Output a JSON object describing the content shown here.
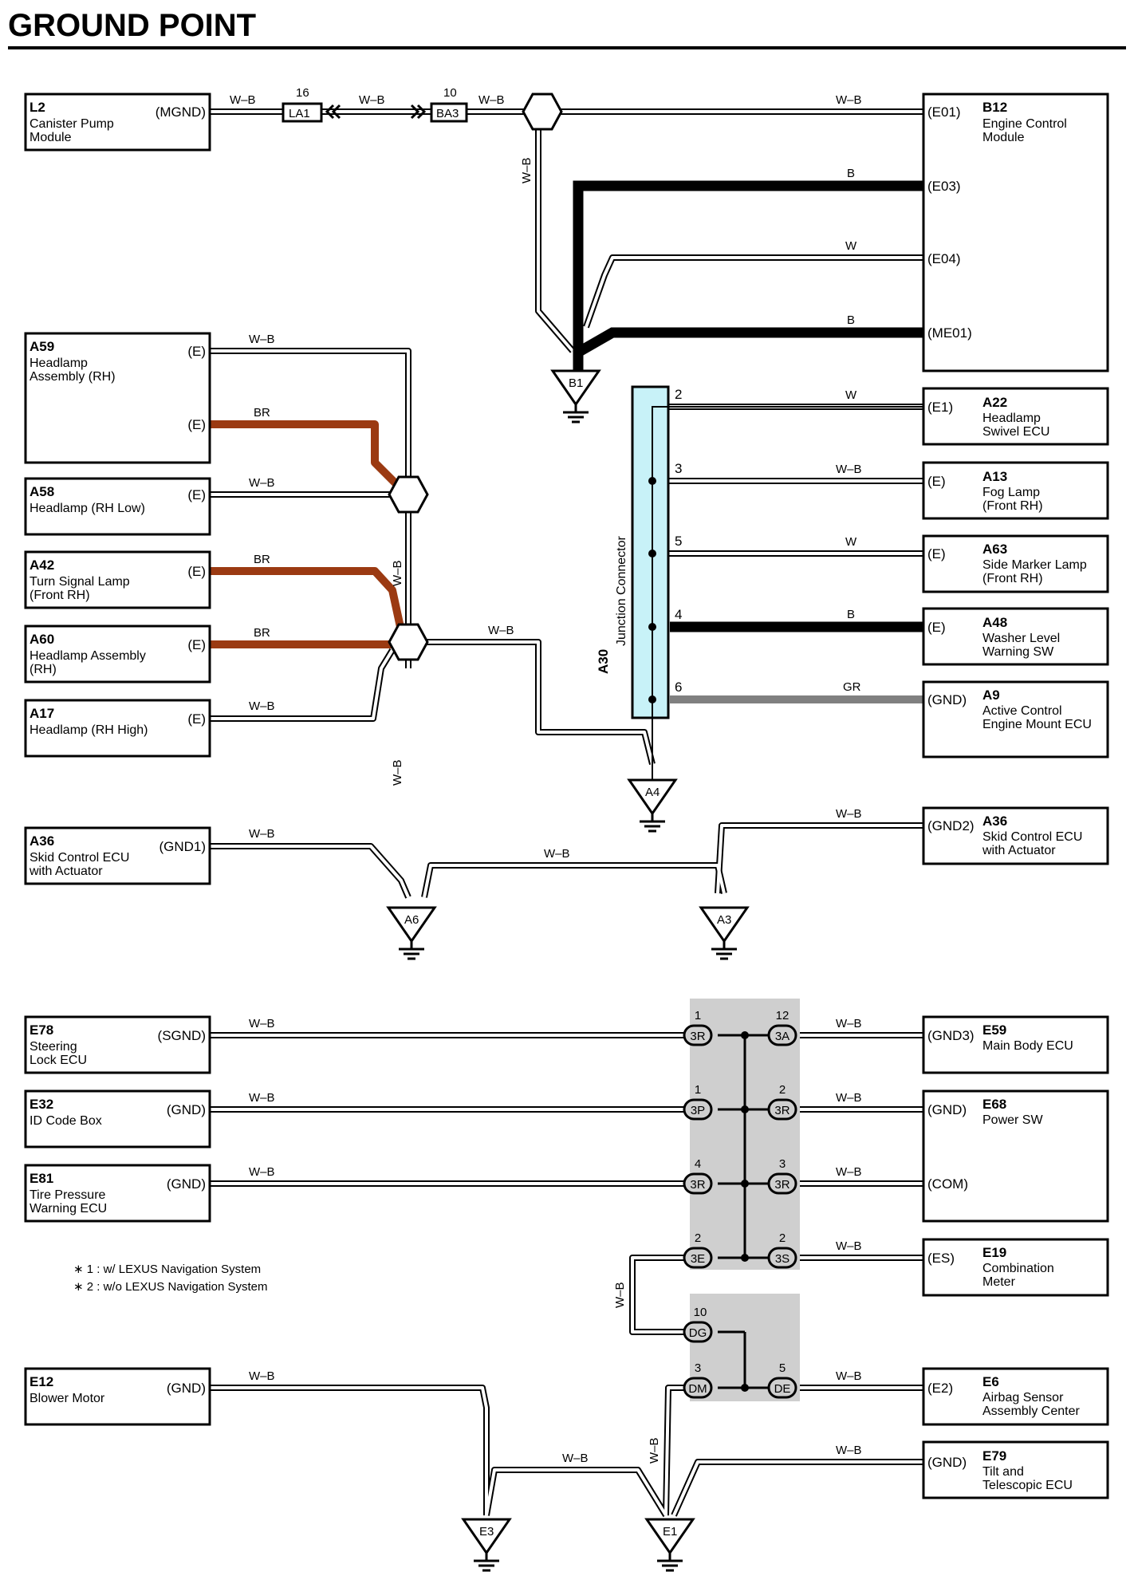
{
  "title": "GROUND POINT",
  "colors": {
    "wire_outline": "#000000",
    "wire_white": "#ffffff",
    "brown": "#9b3a12",
    "gray_wire": "#808080",
    "junction_fill": "#c8f2f8",
    "connector_panel": "#cfcfcf"
  },
  "components": {
    "L2": {
      "id": "L2",
      "lines": [
        "Canister Pump",
        "Module"
      ],
      "pin": "(MGND)"
    },
    "B12": {
      "id": "B12",
      "lines": [
        "Engine Control",
        "Module"
      ],
      "pins": [
        "(E01)",
        "(E03)",
        "(E04)",
        "(ME01)"
      ]
    },
    "A59": {
      "id": "A59",
      "lines": [
        "Headlamp",
        "Assembly (RH)"
      ],
      "pins": [
        "(E)",
        "(E)"
      ]
    },
    "A58": {
      "id": "A58",
      "lines": [
        "Headlamp (RH Low)"
      ],
      "pin": "(E)"
    },
    "A42": {
      "id": "A42",
      "lines": [
        "Turn Signal Lamp",
        "(Front RH)"
      ],
      "pin": "(E)"
    },
    "A60": {
      "id": "A60",
      "lines": [
        "Headlamp Assembly",
        "(RH)"
      ],
      "pin": "(E)"
    },
    "A17": {
      "id": "A17",
      "lines": [
        "Headlamp (RH High)"
      ],
      "pin": "(E)"
    },
    "A36L": {
      "id": "A36",
      "lines": [
        "Skid Control ECU",
        "with Actuator"
      ],
      "pin": "(GND1)"
    },
    "A22": {
      "id": "A22",
      "lines": [
        "Headlamp",
        "Swivel ECU"
      ],
      "pin": "(E1)"
    },
    "A13": {
      "id": "A13",
      "lines": [
        "Fog Lamp",
        "(Front RH)"
      ],
      "pin": "(E)"
    },
    "A63": {
      "id": "A63",
      "lines": [
        "Side Marker Lamp",
        "(Front RH)"
      ],
      "pin": "(E)"
    },
    "A48": {
      "id": "A48",
      "lines": [
        "Washer Level",
        "Warning SW"
      ],
      "pin": "(E)"
    },
    "A9": {
      "id": "A9",
      "lines": [
        "Active Control",
        "Engine Mount ECU"
      ],
      "pin": "(GND)"
    },
    "A36R": {
      "id": "A36",
      "lines": [
        "Skid Control ECU",
        "with Actuator"
      ],
      "pin": "(GND2)"
    },
    "E78": {
      "id": "E78",
      "lines": [
        "Steering",
        "Lock ECU"
      ],
      "pin": "(SGND)"
    },
    "E32": {
      "id": "E32",
      "lines": [
        "ID Code Box"
      ],
      "pin": "(GND)"
    },
    "E81": {
      "id": "E81",
      "lines": [
        "Tire Pressure",
        "Warning ECU"
      ],
      "pin": "(GND)"
    },
    "E12": {
      "id": "E12",
      "lines": [
        "Blower Motor"
      ],
      "pin": "(GND)"
    },
    "E59": {
      "id": "E59",
      "lines": [
        "Main Body ECU"
      ],
      "pin": "(GND3)"
    },
    "E68": {
      "id": "E68",
      "lines": [
        "Power SW"
      ],
      "pins": [
        "(GND)",
        "(COM)"
      ]
    },
    "E19": {
      "id": "E19",
      "lines": [
        "Combination",
        "Meter"
      ],
      "pin": "(ES)"
    },
    "E6": {
      "id": "E6",
      "lines": [
        "Airbag Sensor",
        "Assembly Center"
      ],
      "pin": "(E2)"
    },
    "E79": {
      "id": "E79",
      "lines": [
        "Tilt and",
        "Telescopic ECU"
      ],
      "pin": "(GND)"
    }
  },
  "wire_labels": {
    "wb": "W–B",
    "b": "B",
    "w": "W",
    "br": "BR",
    "gr": "GR"
  },
  "inline_connectors": {
    "LA1": {
      "name": "LA1",
      "pin": "16"
    },
    "BA3": {
      "name": "BA3",
      "pin": "10"
    }
  },
  "grounds": [
    "B1",
    "A4",
    "A6",
    "A3",
    "E3",
    "E1"
  ],
  "junction": {
    "id": "A30",
    "name": "Junction Connector",
    "pins": [
      "2",
      "3",
      "5",
      "4",
      "6"
    ]
  },
  "panel_connectors": [
    {
      "left_pin": "1",
      "left": "3R",
      "right_pin": "12",
      "right": "3A"
    },
    {
      "left_pin": "1",
      "left": "3P",
      "right_pin": "2",
      "right": "3R"
    },
    {
      "left_pin": "4",
      "left": "3R",
      "right_pin": "3",
      "right": "3R"
    },
    {
      "left_pin": "2",
      "left": "3E",
      "right_pin": "2",
      "right": "3S"
    }
  ],
  "lower_panel": {
    "dg_pin": "10",
    "dg": "DG",
    "dm_pin": "3",
    "dm": "DM",
    "de_pin": "5",
    "de": "DE"
  },
  "notes": [
    "∗ 1 : w/ LEXUS Navigation System",
    "∗ 2 : w/o LEXUS Navigation System"
  ]
}
